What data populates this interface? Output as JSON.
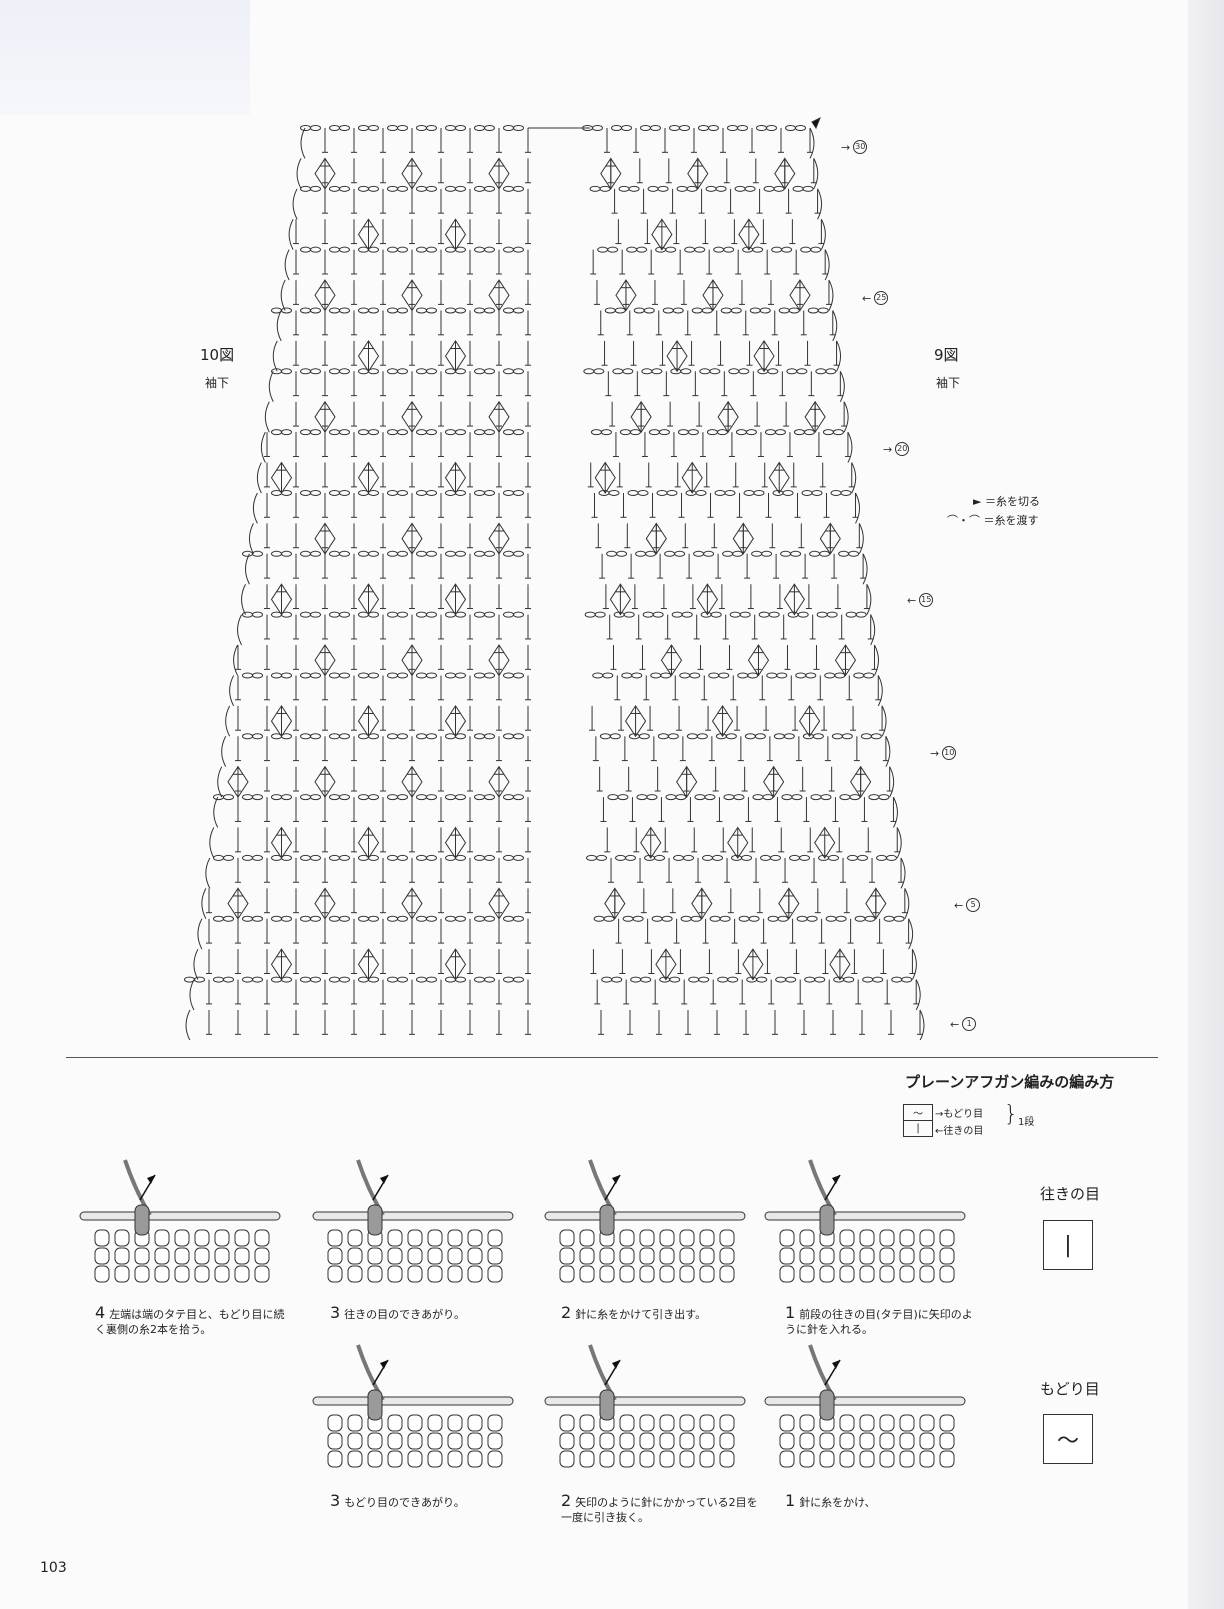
{
  "figures": {
    "left": {
      "title": "10図",
      "subtitle": "袖下"
    },
    "right": {
      "title": "9図",
      "subtitle": "袖下"
    }
  },
  "row_markers": [
    {
      "label": "30",
      "dir": "→"
    },
    {
      "label": "25",
      "dir": "←"
    },
    {
      "label": "20",
      "dir": "→"
    },
    {
      "label": "15",
      "dir": "←"
    },
    {
      "label": "10",
      "dir": "→"
    },
    {
      "label": "5",
      "dir": "←"
    },
    {
      "label": "1",
      "dir": "←"
    }
  ],
  "legend": {
    "cut_symbol": "►",
    "cut_text": "＝糸を切る",
    "pass_symbol": "⌒・⌒",
    "pass_text": "＝糸を渡す"
  },
  "section": {
    "title": "プレーンアフガン編みの編み方",
    "key": {
      "return_symbol": "～",
      "return_label": "→もどり目",
      "forward_symbol": "|",
      "forward_label": "←往きの目",
      "row_label": "1段"
    },
    "forward": {
      "heading": "往きの目",
      "symbol": "|",
      "steps": [
        {
          "num": "4",
          "text": "左端は端のタテ目と、もどり目に続く裏側の糸2本を拾う。"
        },
        {
          "num": "3",
          "text": "往きの目のできあがり。"
        },
        {
          "num": "2",
          "text": "針に糸をかけて引き出す。"
        },
        {
          "num": "1",
          "text": "前段の往きの目(タテ目)に矢印のように針を入れる。"
        }
      ]
    },
    "return": {
      "heading": "もどり目",
      "symbol": "～",
      "steps": [
        {
          "num": "3",
          "text": "もどり目のできあがり。"
        },
        {
          "num": "2",
          "text": "矢印のように針にかかっている2目を一度に引き抜く。"
        },
        {
          "num": "1",
          "text": "針に糸をかけ、"
        }
      ]
    }
  },
  "page_number": "103"
}
